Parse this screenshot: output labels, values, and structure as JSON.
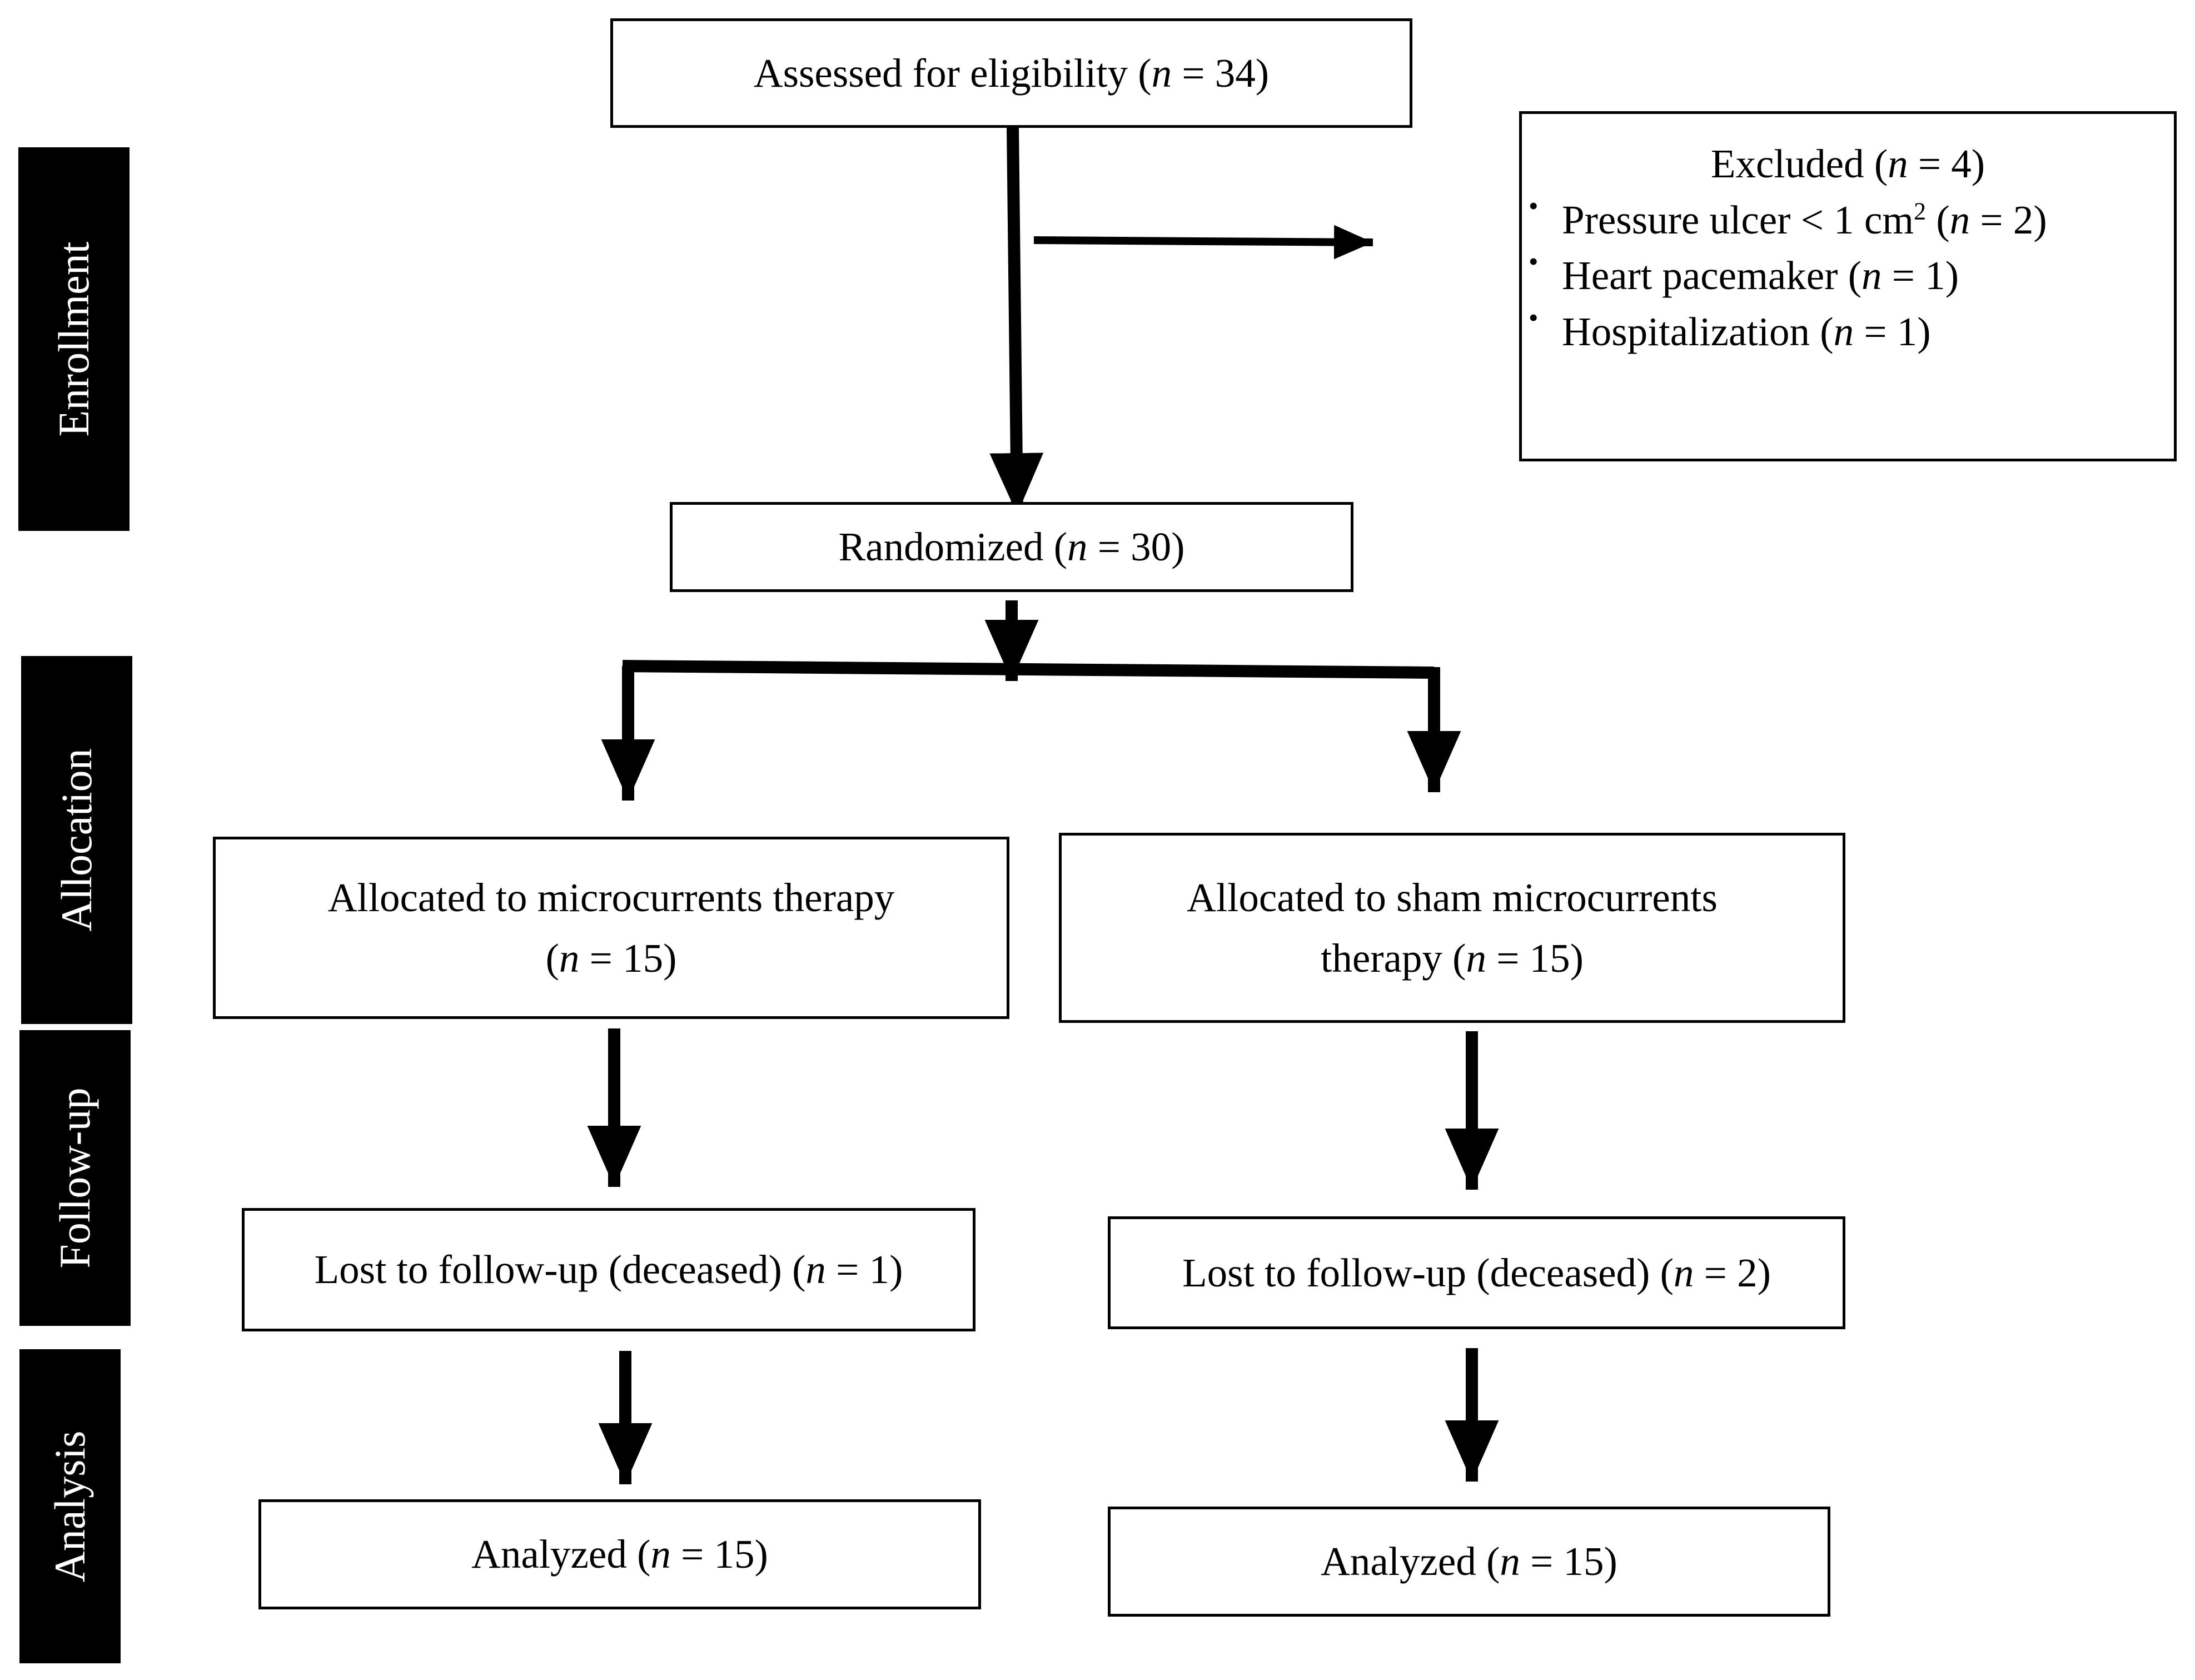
{
  "colors": {
    "ink": "#000000",
    "paper": "#ffffff"
  },
  "phases": {
    "enrollment": "Enrollment",
    "allocation": "Allocation",
    "follow_up": "Follow-up",
    "analysis": "Analysis"
  },
  "boxes": {
    "assessed": {
      "label": "Assessed for eligibility (",
      "n": "n",
      "value": " = 34)"
    },
    "excluded": {
      "title": {
        "label": "Excluded (",
        "n": "n",
        "value": " = 4)"
      },
      "reasons": [
        {
          "label": "Pressure ulcer < 1 cm",
          "sup": "2",
          "open": " (",
          "n": "n",
          "value": " = 2)"
        },
        {
          "label": "Heart pacemaker (",
          "n": "n",
          "value": " = 1)"
        },
        {
          "label": "Hospitalization (",
          "n": "n",
          "value": " = 1)"
        }
      ]
    },
    "randomized": {
      "label": "Randomized (",
      "n": "n",
      "value": " = 30)"
    },
    "allocated_micro": {
      "line1": "Allocated to microcurrents therapy",
      "line2_open": "(",
      "n": "n",
      "value": " = 15)"
    },
    "allocated_sham": {
      "line1": "Allocated to sham microcurrents",
      "line2_open": "therapy (",
      "n": "n",
      "value": " = 15)"
    },
    "lost_micro": {
      "label": "Lost to follow-up (deceased) (",
      "n": "n",
      "value": " = 1)"
    },
    "lost_sham": {
      "label": "Lost to follow-up (deceased) (",
      "n": "n",
      "value": " = 2)"
    },
    "analyzed_micro": {
      "label": "Analyzed (",
      "n": "n",
      "value": " = 15)"
    },
    "analyzed_sham": {
      "label": "Analyzed (",
      "n": "n",
      "value": " = 15)"
    }
  }
}
